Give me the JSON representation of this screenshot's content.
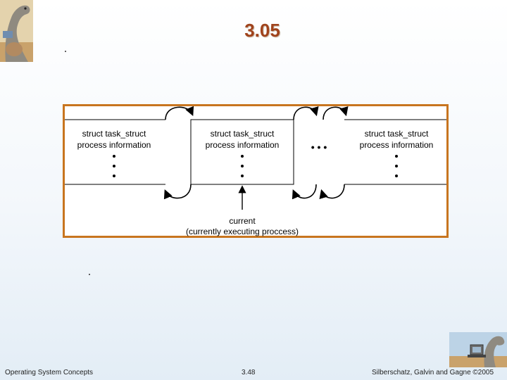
{
  "title": "3.05",
  "diagram": {
    "nodes": [
      {
        "line1": "struct task_struct",
        "line2": "process information"
      },
      {
        "line1": "struct task_struct",
        "line2": "process information"
      },
      {
        "line1": "struct task_struct",
        "line2": "process information"
      }
    ],
    "current_label": "current",
    "current_sublabel": "(currently executing proccess)",
    "ellipsis": "• • •"
  },
  "footer": {
    "left": "Operating System Concepts",
    "page": "3.48",
    "right": "Silberschatz, Galvin and Gagne ©2005"
  },
  "colors": {
    "title": "#a0431c",
    "frame": "#c8751f"
  }
}
